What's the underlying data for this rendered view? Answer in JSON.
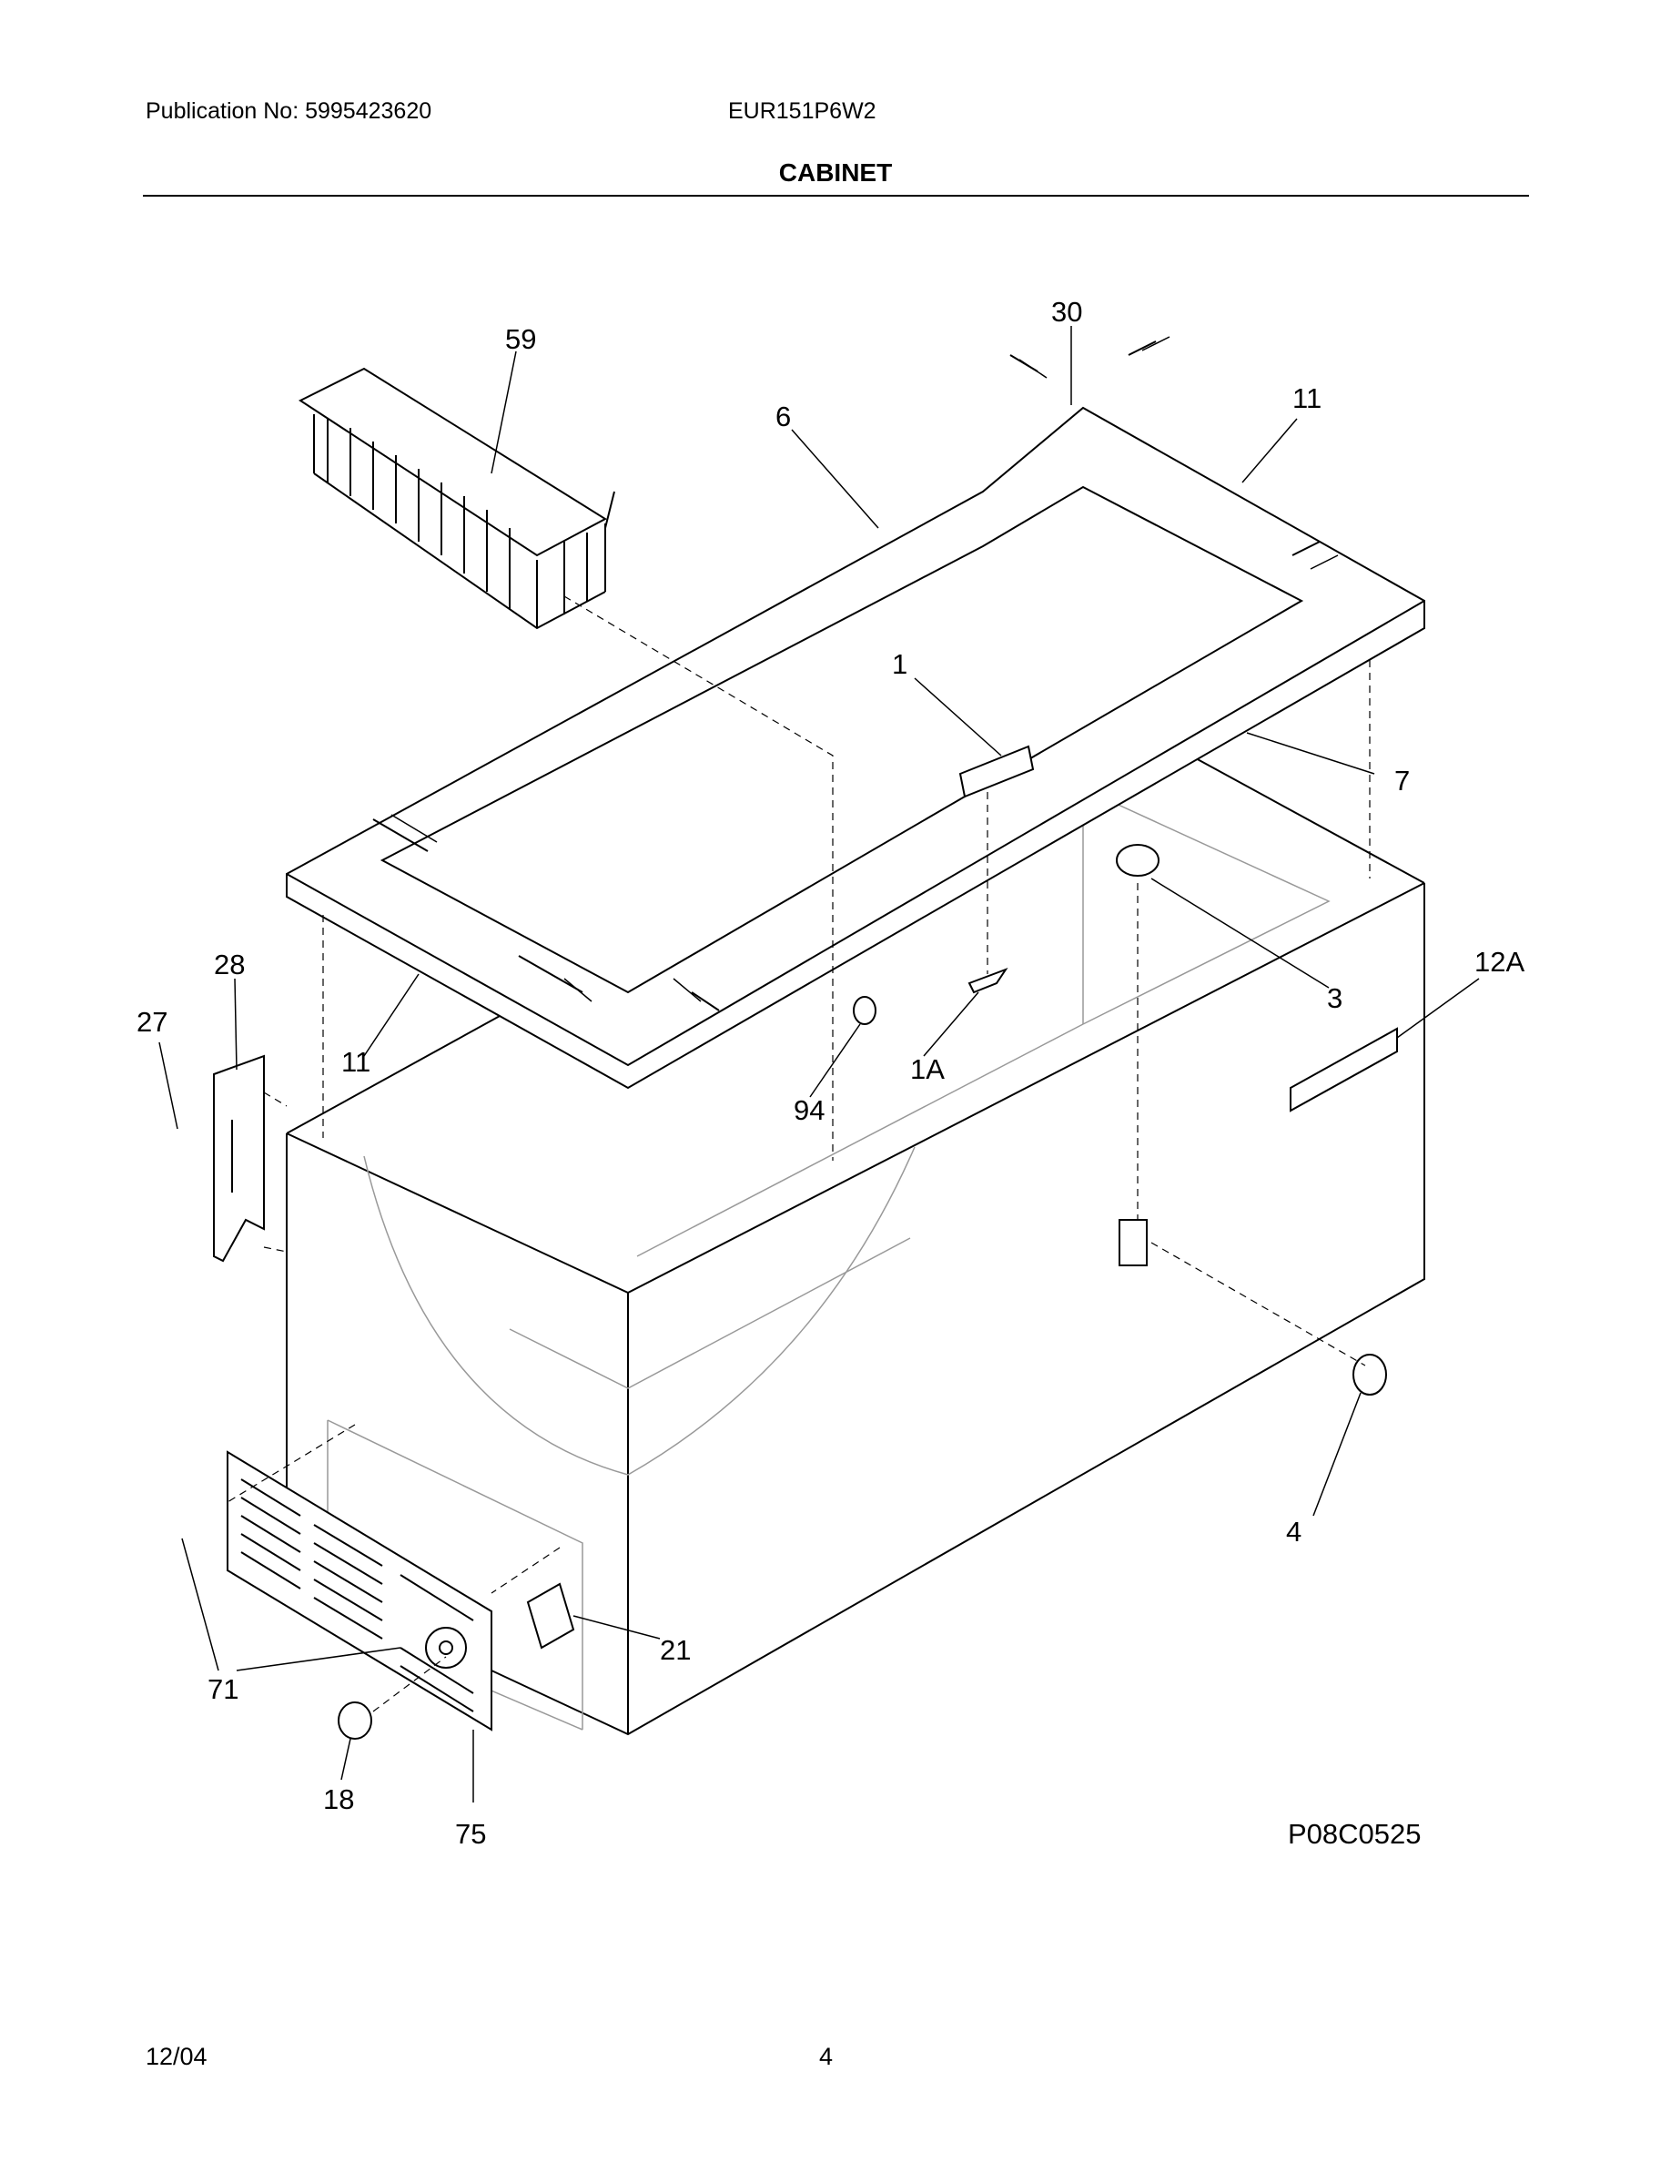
{
  "header": {
    "publication": "Publication No: 5995423620",
    "model": "EUR151P6W2",
    "title": "CABINET"
  },
  "diagram": {
    "figure_id": "P08C0525",
    "callouts": [
      "59",
      "30",
      "6",
      "11",
      "1",
      "7",
      "3",
      "12A",
      "28",
      "27",
      "11",
      "1A",
      "94",
      "4",
      "21",
      "71",
      "18",
      "75"
    ]
  },
  "footer": {
    "date": "12/04",
    "page": "4"
  }
}
